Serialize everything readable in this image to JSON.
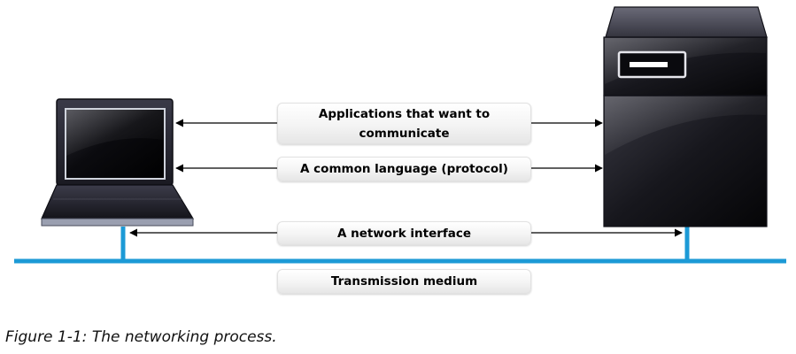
{
  "labels": {
    "applications": "Applications that want to communicate",
    "protocol": "A common language (protocol)",
    "interface": "A network interface",
    "medium": "Transmission medium"
  },
  "caption": "Figure 1-1: The networking process.",
  "colors": {
    "medium_line": "#1c9ad6",
    "arrow": "#000000",
    "pill_background": "#f4f4f4"
  },
  "icons": {
    "client": "laptop-icon",
    "server": "server-icon"
  }
}
